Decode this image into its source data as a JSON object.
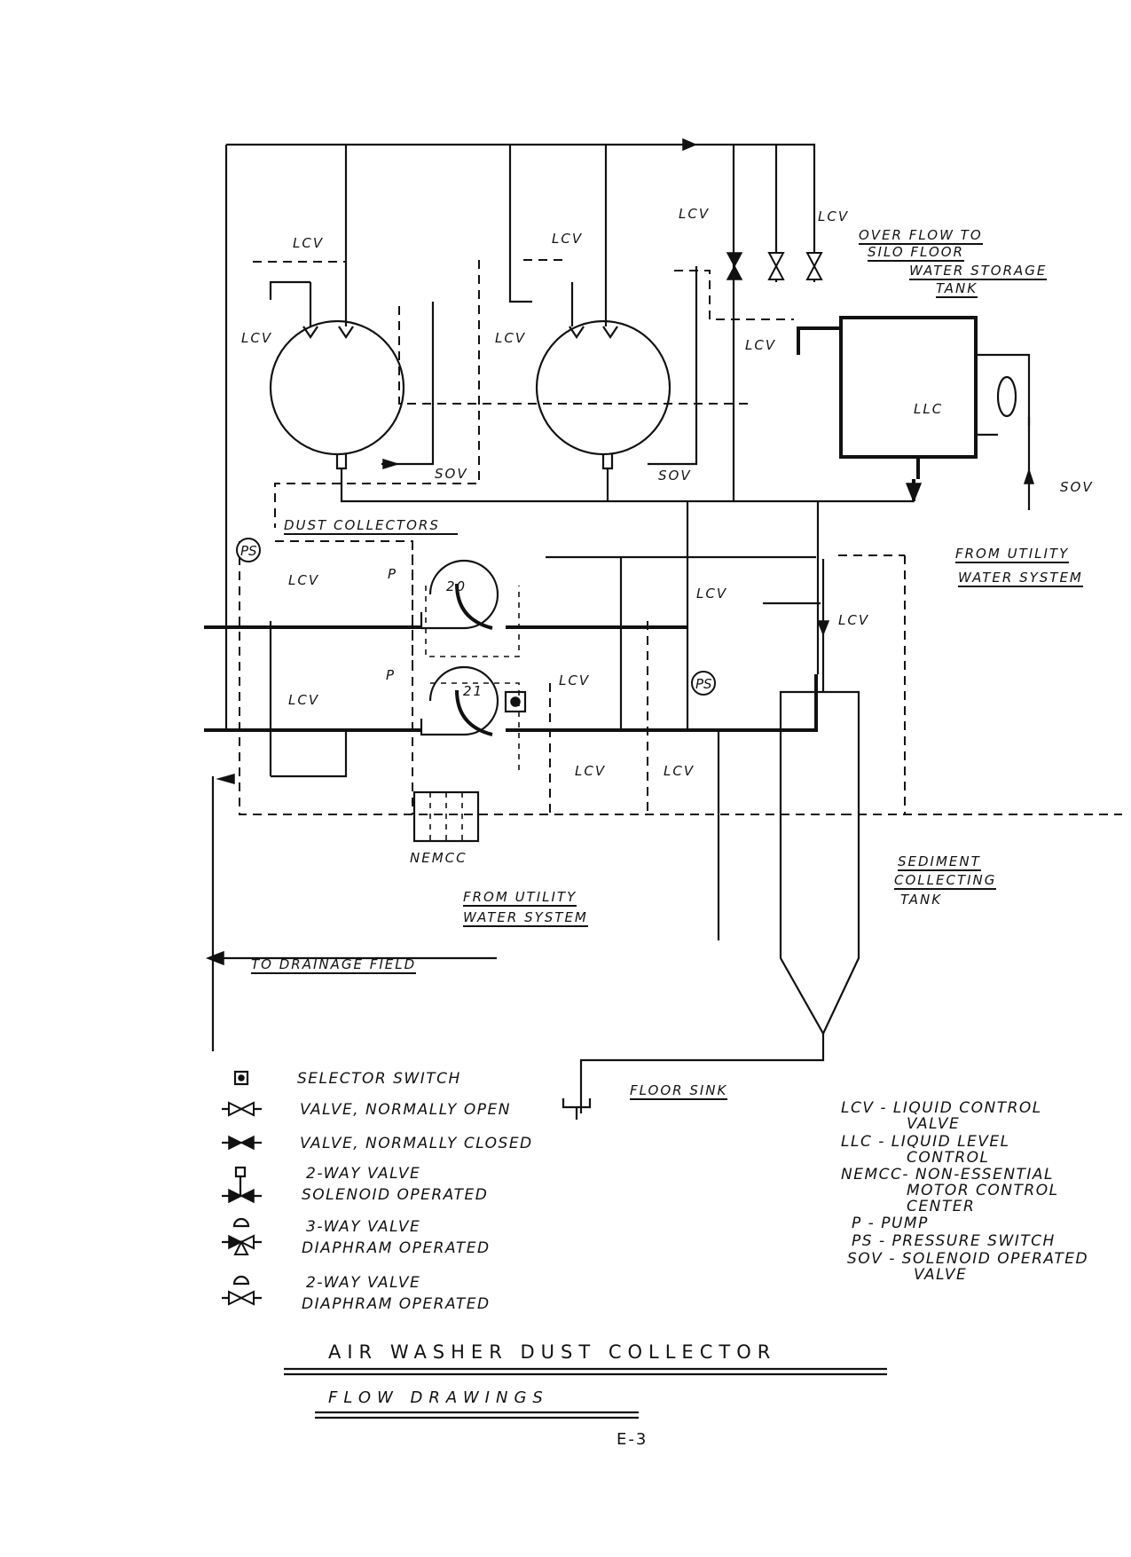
{
  "diagram": {
    "title": "AIR WASHER DUST COLLECTOR",
    "subtitle": "FLOW DRAWINGS",
    "page_number": "E-3",
    "callouts": {
      "lcv": "LCV",
      "sov": "SOV",
      "llc": "LLC",
      "ps": "PS",
      "pump": "P",
      "pump_20": "20",
      "pump_21": "21",
      "nemcc": "NEMCC",
      "dust_collectors": "DUST COLLECTORS",
      "overflow_line1": "OVER FLOW TO",
      "overflow_line2": "SILO FLOOR",
      "storage_line1": "WATER STORAGE",
      "storage_line2": "TANK",
      "utility_right_line1": "FROM UTILITY",
      "utility_right_line2": "WATER SYSTEM",
      "utility_mid_line1": "FROM UTILITY",
      "utility_mid_line2": "WATER SYSTEM",
      "drainage": "TO DRAINAGE FIELD",
      "floor_sink": "FLOOR SINK",
      "sediment_line1": "SEDIMENT",
      "sediment_line2": "COLLECTING",
      "sediment_line3": "TANK"
    },
    "legend": [
      {
        "icon": "selector-switch",
        "line1": "SELECTOR SWITCH",
        "line2": ""
      },
      {
        "icon": "valve-normally-open",
        "line1": "VALVE, NORMALLY OPEN",
        "line2": ""
      },
      {
        "icon": "valve-normally-closed",
        "line1": "VALVE, NORMALLY CLOSED",
        "line2": ""
      },
      {
        "icon": "solenoid-2way-valve",
        "line1": "2-WAY VALVE",
        "line2": "SOLENOID OPERATED"
      },
      {
        "icon": "diaphragm-3way-valve",
        "line1": "3-WAY VALVE",
        "line2": "DIAPHRAM OPERATED"
      },
      {
        "icon": "diaphragm-2way-valve",
        "line1": "2-WAY VALVE",
        "line2": "DIAPHRAM OPERATED"
      }
    ],
    "abbreviations": [
      {
        "abbr": "LCV -",
        "line1": "LIQUID CONTROL",
        "line2": "VALVE"
      },
      {
        "abbr": "LLC -",
        "line1": "LIQUID LEVEL",
        "line2": "CONTROL"
      },
      {
        "abbr": "NEMCC-",
        "line1": "NON-ESSENTIAL",
        "line2": "MOTOR CONTROL",
        "line3": "CENTER"
      },
      {
        "abbr": "P -",
        "line1": "PUMP"
      },
      {
        "abbr": "PS -",
        "line1": "PRESSURE SWITCH"
      },
      {
        "abbr": "SOV -",
        "line1": "SOLENOID OPERATED",
        "line2": "VALVE"
      }
    ]
  }
}
